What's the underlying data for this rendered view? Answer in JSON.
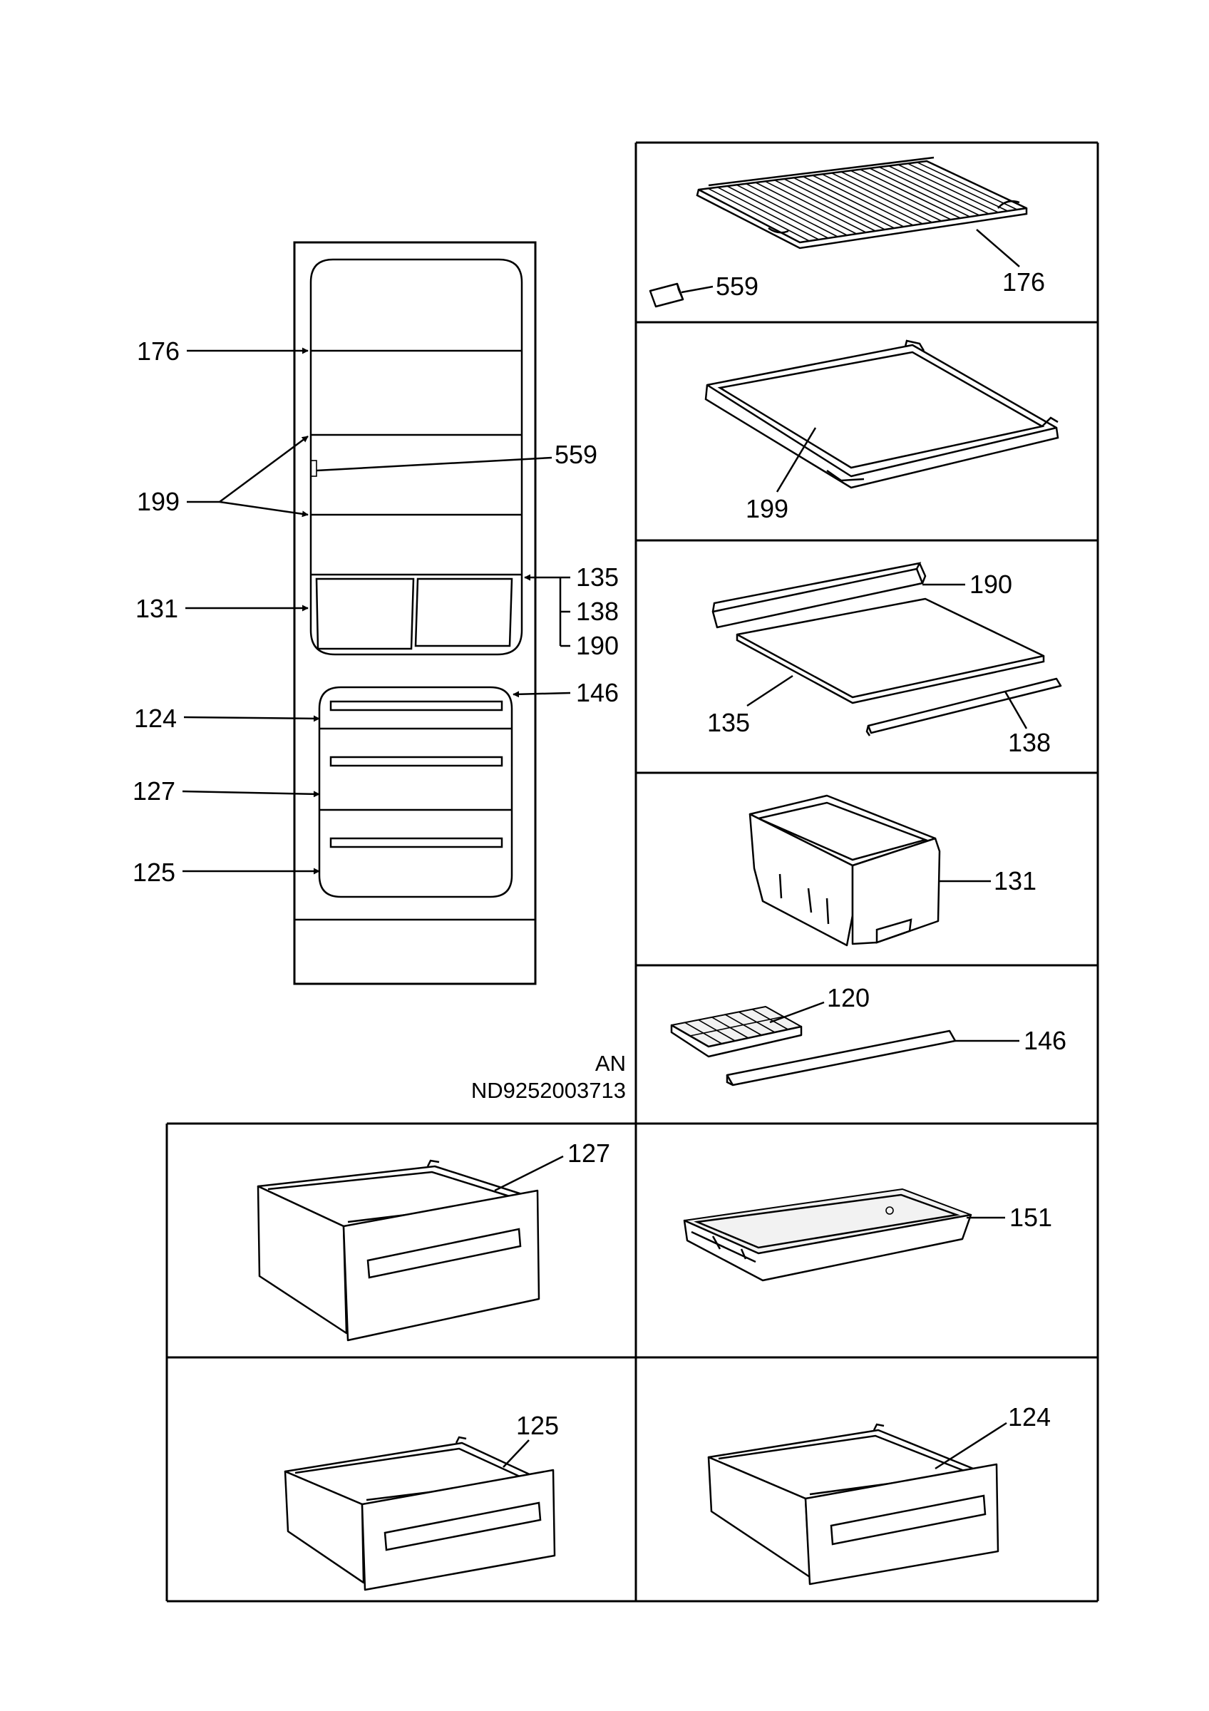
{
  "reference": {
    "model_code": "AN",
    "document_number": "ND9252003713"
  },
  "cabinet_callouts": {
    "wire_shelf": "176",
    "shelf_support": "559",
    "glass_shelf": "199",
    "crisper_cover_glass": "135",
    "cover_trim_front": "138",
    "cover_trim_rear": "190",
    "vegetable_box": "131",
    "freezer_flap": "146",
    "freezer_drawer_top": "124",
    "freezer_drawer_middle": "127",
    "freezer_drawer_bottom": "125"
  },
  "parts": {
    "wire_shelf": "176",
    "shelf_support": "559",
    "glass_shelf": "199",
    "cover_trim_rear": "190",
    "crisper_cover_glass": "135",
    "cover_trim_front": "138",
    "vegetable_box": "131",
    "ice_tray": "120",
    "freezer_flap": "146",
    "freezer_drawer_middle": "127",
    "drip_tray": "151",
    "freezer_drawer_bottom": "125",
    "freezer_drawer_top": "124"
  }
}
